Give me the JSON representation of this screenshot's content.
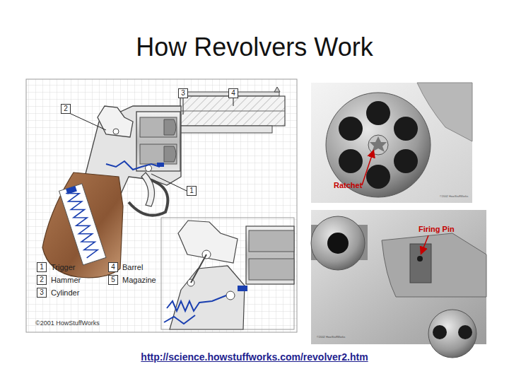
{
  "diagram": {
    "title": "How Revolvers Work",
    "caption": "http://science.howstuffworks.com/revolver2.htm",
    "nodes": [
      {
        "text": [
          "3"
        ]
      },
      {
        "text": [
          "4"
        ]
      },
      {
        "text": [
          "2"
        ]
      },
      {
        "text": [
          "1"
        ]
      },
      {
        "text": [
          "1",
          "Trigger"
        ]
      },
      {
        "text": [
          "4",
          "Barrel"
        ]
      },
      {
        "text": [
          "2",
          "Hammer"
        ]
      },
      {
        "text": [
          "5",
          "Magazine"
        ]
      },
      {
        "text": [
          "3",
          "Cylinder"
        ]
      }
    ],
    "labels": [
      "©2001 HowStuffWorks",
      "Ratchet",
      "©2002 HowStuffWorks",
      "Firing Pin",
      "©2002 HowStuffWorks"
    ]
  }
}
